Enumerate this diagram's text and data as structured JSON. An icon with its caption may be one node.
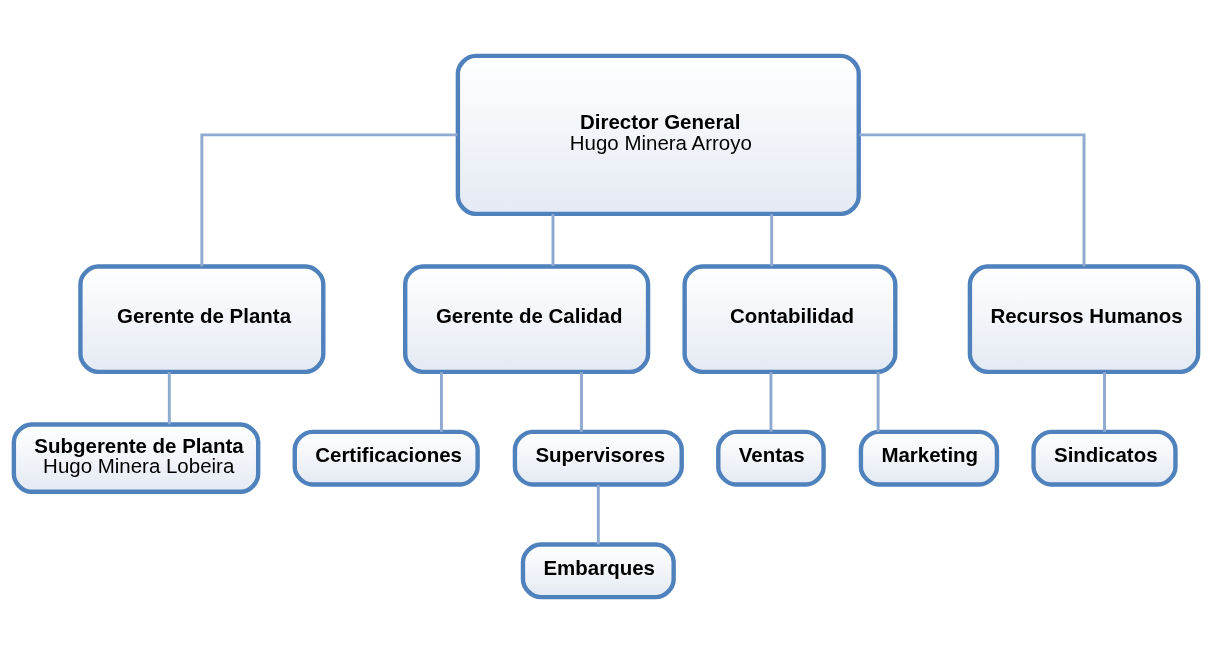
{
  "diagram": {
    "nodes": [
      {
        "text": [
          "Director General",
          "Hugo Minera Arroyo"
        ]
      },
      {
        "text": [
          "Gerente de Planta"
        ]
      },
      {
        "text": [
          "Gerente de Calidad"
        ]
      },
      {
        "text": [
          "Contabilidad"
        ]
      },
      {
        "text": [
          "Recursos Humanos"
        ]
      },
      {
        "text": [
          "Subgerente de Planta",
          "Hugo Minera Lobeira"
        ]
      },
      {
        "text": [
          "Certificaciones"
        ]
      },
      {
        "text": [
          "Supervisores"
        ]
      },
      {
        "text": [
          "Embarques"
        ]
      },
      {
        "text": [
          "Ventas"
        ]
      },
      {
        "text": [
          "Marketing"
        ]
      },
      {
        "text": [
          "Sindicatos"
        ]
      }
    ],
    "edges": [
      {
        "from": 0,
        "to": 1,
        "arrow": "none"
      },
      {
        "from": 0,
        "to": 2,
        "arrow": "none"
      },
      {
        "from": 0,
        "to": 3,
        "arrow": "none"
      },
      {
        "from": 0,
        "to": 4,
        "arrow": "none"
      },
      {
        "from": 1,
        "to": 5,
        "arrow": "none"
      },
      {
        "from": 2,
        "to": 6,
        "arrow": "none"
      },
      {
        "from": 2,
        "to": 7,
        "arrow": "none"
      },
      {
        "from": 7,
        "to": 8,
        "arrow": "none"
      },
      {
        "from": 3,
        "to": 9,
        "arrow": "none"
      },
      {
        "from": 3,
        "to": 10,
        "arrow": "none"
      },
      {
        "from": 4,
        "to": 11,
        "arrow": "none"
      }
    ]
  }
}
